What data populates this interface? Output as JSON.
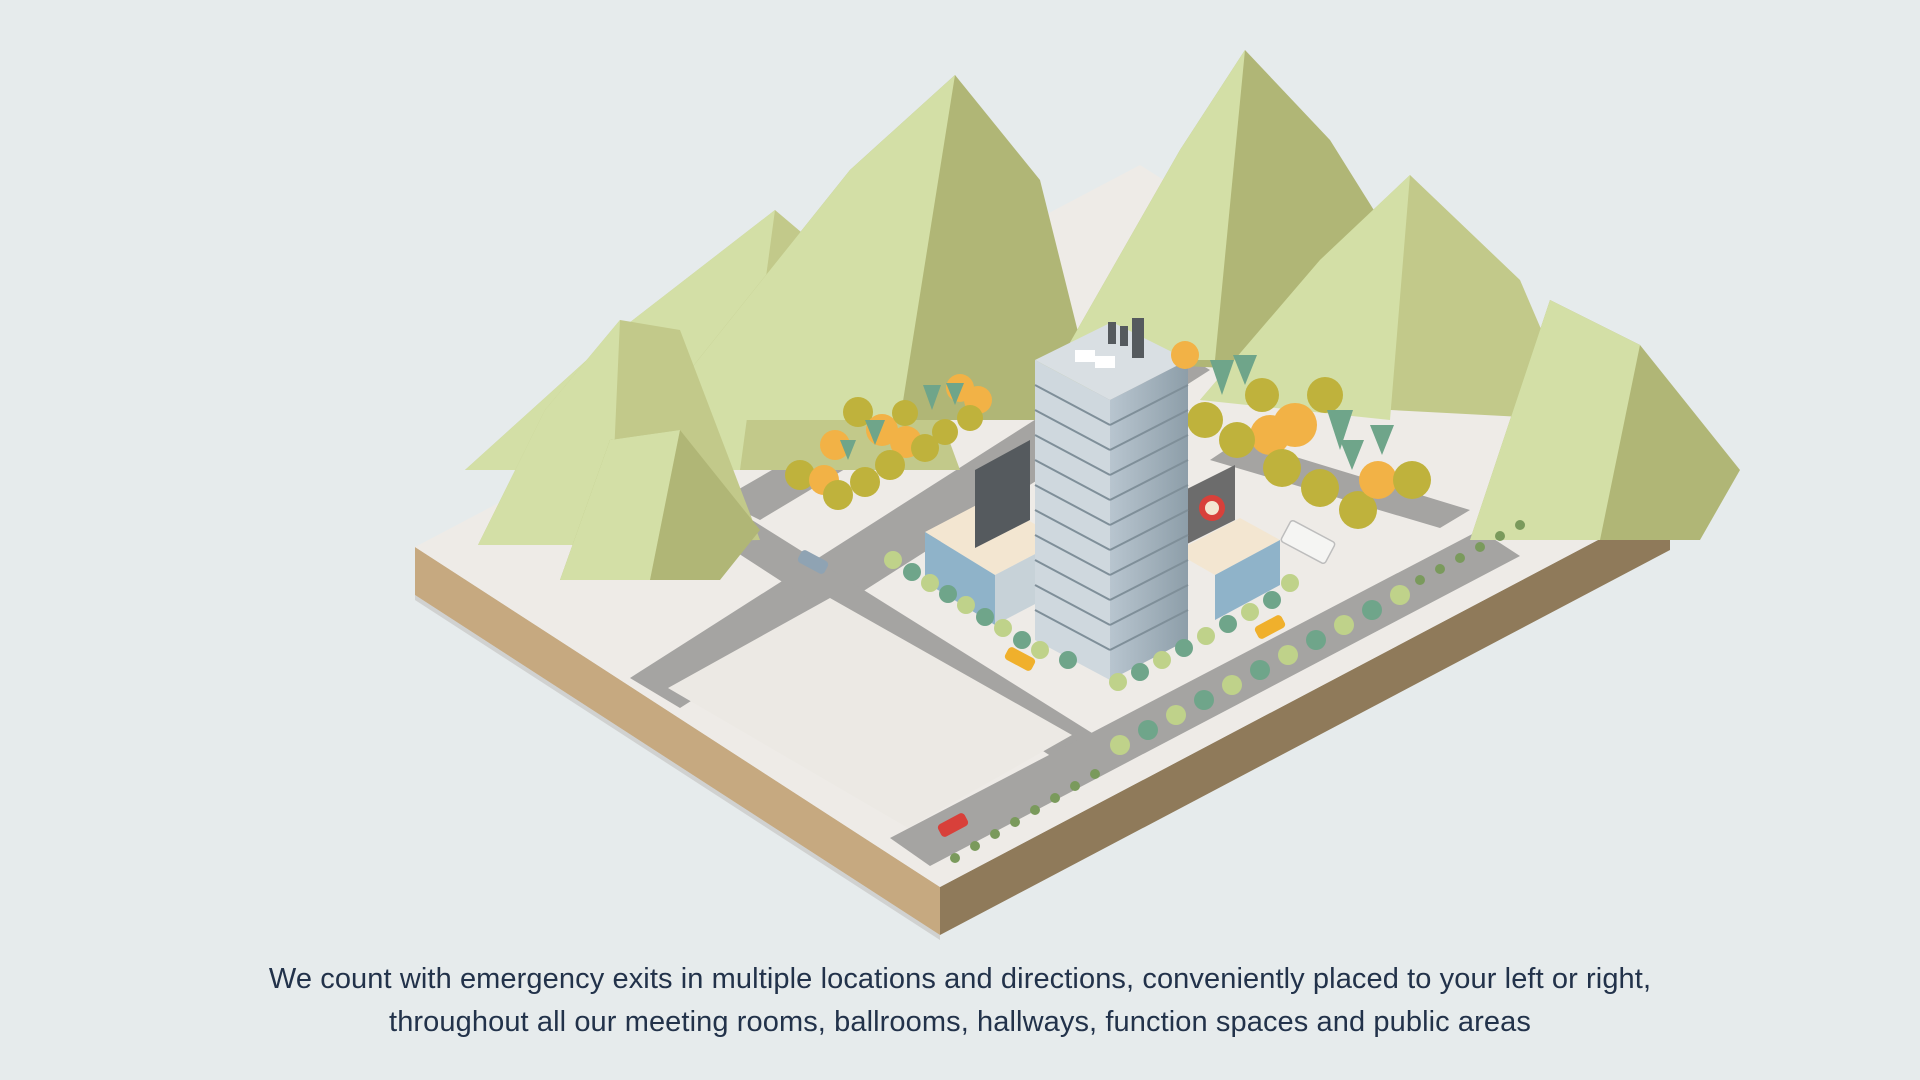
{
  "caption": {
    "line1": "We count with emergency exits in multiple locations and directions, conveniently placed to your left or right,",
    "line2": "throughout all our meeting rooms, ballrooms, hallways, function spaces and public areas"
  },
  "colors": {
    "background": "#e6ebec",
    "caption_text": "#22324a",
    "ground_top": "#eeebe7",
    "soil_left": "#c6a980",
    "soil_right": "#8f7a5a",
    "road": "#a5a4a2",
    "mountain_light": "#d3dfa6",
    "mountain_mid": "#c2c98a",
    "mountain_dark": "#b0b676",
    "tower_glass": "#9fb0bd",
    "tree_orange": "#f2b246",
    "tree_olive": "#bfb23c",
    "tree_teal": "#6fa58a",
    "car_red": "#d8403a",
    "car_yellow": "#f0b02c",
    "car_blue": "#8fa3b3"
  },
  "illustration": {
    "name": "isometric-hotel-map",
    "icons": [
      "hotel-tower",
      "mountain",
      "tree",
      "car",
      "delivery-truck",
      "hotel-logo-icon"
    ]
  }
}
